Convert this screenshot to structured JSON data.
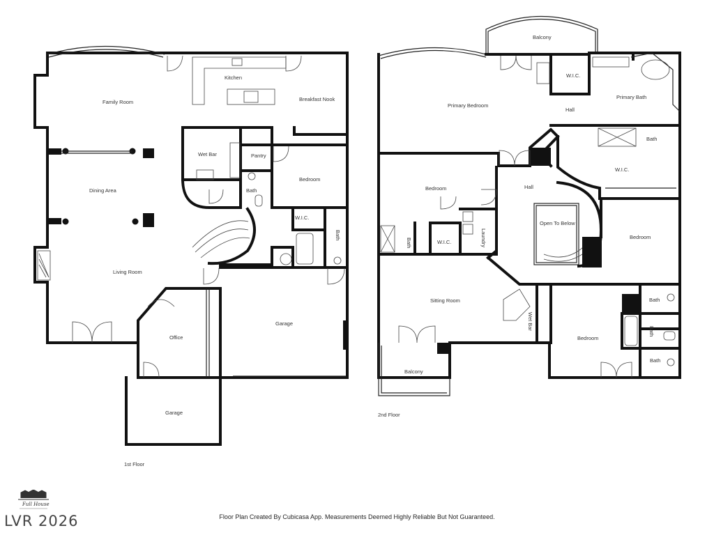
{
  "floors": {
    "first": {
      "label": "1st Floor",
      "rooms": {
        "family_room": "Family Room",
        "kitchen": "Kitchen",
        "breakfast_nook": "Breakfast Nook",
        "wet_bar": "Wet Bar",
        "pantry": "Pantry",
        "dining_area": "Dining Area",
        "bath_1": "Bath",
        "bedroom": "Bedroom",
        "wic": "W.I.C.",
        "bath_2": "Bath",
        "living_room": "Living Room",
        "office": "Office",
        "garage_main": "Garage",
        "garage_small": "Garage"
      }
    },
    "second": {
      "label": "2nd Floor",
      "rooms": {
        "balcony_top": "Balcony",
        "wic_top": "W.I.C.",
        "primary_bedroom": "Primary Bedroom",
        "hall_top": "Hall",
        "primary_bath": "Primary Bath",
        "bath_primary_side": "Bath",
        "bedroom_left": "Bedroom",
        "hall_center": "Hall",
        "wic_mid": "W.I.C.",
        "open_to_below": "Open To Below",
        "bedroom_right": "Bedroom",
        "bath_left": "Bath",
        "wic_small": "W.I.C.",
        "laundry": "Laundry",
        "sitting_room": "Sitting Room",
        "wet_bar": "Wet Bar",
        "bath_r1": "Bath",
        "bath_r2": "Bath",
        "bedroom_bottom": "Bedroom",
        "bath_r3": "Bath",
        "balcony_bottom": "Balcony"
      }
    }
  },
  "footer": {
    "disclaimer": "Floor Plan Created By Cubicasa App. Measurements Deemed Highly Reliable But Not Guaranteed.",
    "watermark": "LVR 2026",
    "logo_text": "Full House"
  },
  "colors": {
    "wall": "#111111",
    "background": "#ffffff"
  }
}
